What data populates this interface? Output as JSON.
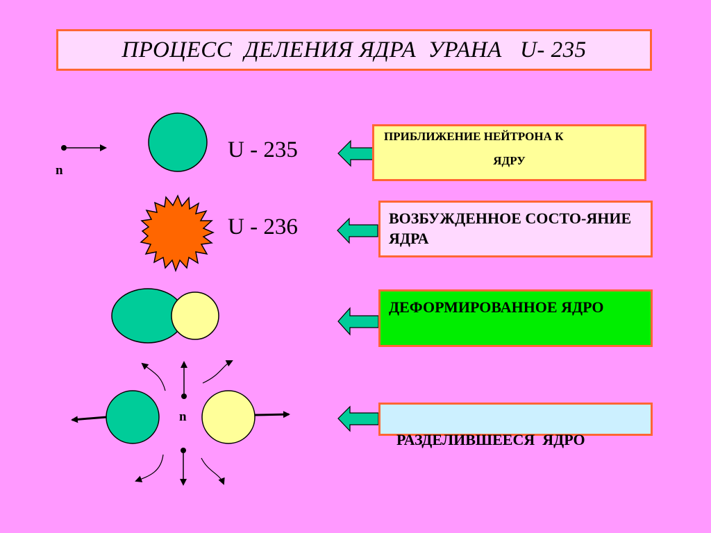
{
  "title": "ПРОЦЕСС  ДЕЛЕНИЯ ЯДРА  УРАНА   U- 235",
  "stages": [
    {
      "nucleus_label": "U - 235",
      "description_line1": "ПРИБЛИЖЕНИЕ НЕЙТРОНА К",
      "description_line2": "ЯДРУ"
    },
    {
      "nucleus_label": "U - 236",
      "description": "ВОЗБУЖДЕННОЕ СОСТО-ЯНИЕ ЯДРА"
    },
    {
      "description": "ДЕФОРМИРОВАННОЕ ЯДРО"
    },
    {
      "description": "РАЗДЕЛИВШЕЕСЯ  ЯДРО"
    }
  ],
  "neutron_label": "n",
  "colors": {
    "background": "#ff99ff",
    "nucleus_teal": "#00cc99",
    "nucleus_yellow": "#ffff99",
    "excited_orange": "#ff6600",
    "arrow_teal": "#00cc99",
    "box_border": "#ff6633"
  }
}
